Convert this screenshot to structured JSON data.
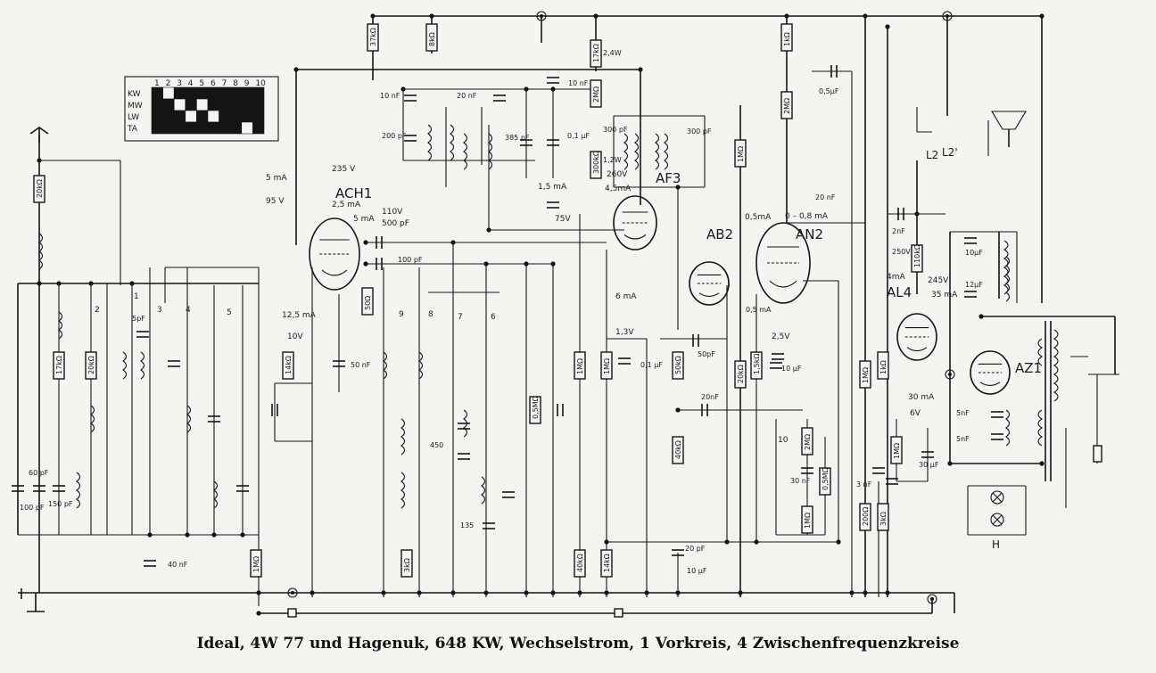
{
  "caption": "Ideal, 4W 77 und Hagenuk, 648 KW, Wechselstrom, 1 Vorkreis, 4 Zwischenfrequenzkreise",
  "switch_table": {
    "columns": [
      "1",
      "2",
      "3",
      "4",
      "5",
      "6",
      "7",
      "8",
      "9",
      "10"
    ],
    "rows": [
      "KW",
      "MW",
      "LW",
      "TA"
    ]
  },
  "tubes": [
    "ACH1",
    "AF3",
    "AB2",
    "AN2",
    "AL4",
    "AZ1"
  ],
  "resistors": [
    "20kΩ",
    "17kΩ",
    "20kΩ",
    "37kΩ",
    "8kΩ",
    "17kΩ",
    "2MΩ",
    "300kΩ",
    "1MΩ",
    "1kΩ",
    "2MΩ",
    "110kΩ",
    "14kΩ",
    "50Ω",
    "3kΩ",
    "1MΩ",
    "40kΩ",
    "14kΩ",
    "1MΩ",
    "50kΩ",
    "40kΩ",
    "20kΩ",
    "1,5kΩ",
    "2MΩ",
    "0,5MΩ",
    "1MΩ",
    "1MΩ",
    "1kΩ",
    "1MΩ",
    "200Ω",
    "3kΩ",
    "0,5MΩ",
    "1MΩ"
  ],
  "labels": {
    "v235": "235 V",
    "ma5": "5 mA",
    "v95": "95 V",
    "ma25": "2,5 mA",
    "ma5b": "5 mA",
    "v110": "110V",
    "pf500": "500 pF",
    "pf100": "100 pF",
    "ma125": "12,5 mA",
    "v10": "10V",
    "nf50": "50 nF",
    "pf5": "5pF",
    "nf10a": "10 nF",
    "nf20a": "20 nF",
    "nf10b": "10 nF",
    "pf200": "200 pF",
    "pf385": "385 pF",
    "uf01a": "0,1 µF",
    "pf300a": "300 pF",
    "pf300b": "300 pF",
    "w24": "2,4W",
    "w12": "1,2W",
    "v260": "260V",
    "ma45": "4,5mA",
    "ma15": "1,5 mA",
    "v75": "75V",
    "ma6": "6 mA",
    "v13": "1,3V",
    "uf01b": "0,1 µF",
    "pf50": "50pF",
    "nf20b": "20nF",
    "uf10a": "10 µF",
    "nf20c": "20 nF",
    "ma05": "0,5mA",
    "ma0608": "0 – 0,8 mA",
    "uf05": "0,5µF",
    "ma05b": "0,5 mA",
    "v25": "2,5V",
    "uf10b": "10 µF",
    "nf30": "30 nF",
    "nf2": "2nF",
    "v250": "250V",
    "ma4": "4mA",
    "v245": "245V",
    "ma35": "35 mA",
    "ma30": "30 mA",
    "v6": "6V",
    "uf30": "30 µF",
    "nf3": "3 nF",
    "uf10c": "10µF",
    "uf12": "12µF",
    "nf5a": "5nF",
    "nf5b": "5nF",
    "nf40": "40 nF",
    "pf60": "60 pF",
    "pf100b": "100 pF",
    "pf150": "150 pF",
    "pf450": "450",
    "pf135": "135",
    "L2": "L2",
    "L2p": "L2'",
    "H": "H",
    "sw1": "1",
    "sw2": "2",
    "sw3": "3",
    "sw4": "4",
    "sw5": "5",
    "sw6": "6",
    "sw7": "7",
    "sw8": "8",
    "sw9": "9",
    "sw10": "10",
    "pf20": "20 pF"
  },
  "colors": {
    "ink": "#151515",
    "paper": "#f4f4f1"
  }
}
